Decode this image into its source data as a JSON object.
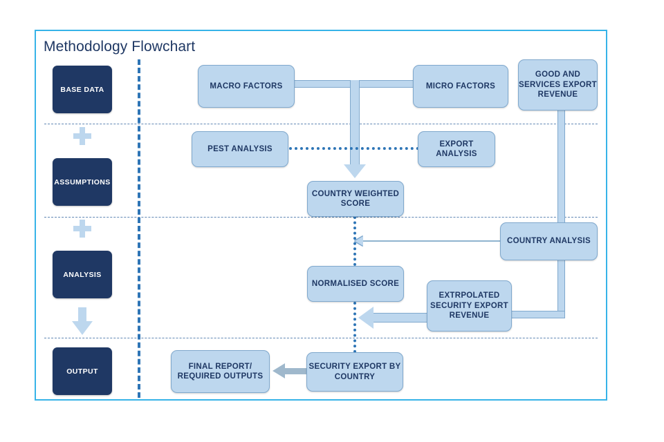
{
  "diagram": {
    "title": "Methodology Flowchart",
    "frame_color": "#36b3e8",
    "navy": "#1f3864",
    "light_blue": "#bdd7ee",
    "accent_blue": "#2e75b6"
  },
  "stages": [
    {
      "label": "BASE DATA"
    },
    {
      "label": "ASSUMPTIONS"
    },
    {
      "label": "ANALYSIS"
    },
    {
      "label": "OUTPUT"
    }
  ],
  "process_boxes": [
    {
      "id": "macro-factors",
      "label": "MACRO FACTORS"
    },
    {
      "id": "micro-factors",
      "label": "MICRO FACTORS"
    },
    {
      "id": "goods-services-revenue",
      "label": "GOOD AND SERVICES EXPORT REVENUE"
    },
    {
      "id": "pest-analysis",
      "label": "PEST ANALYSIS"
    },
    {
      "id": "export-analysis",
      "label": "EXPORT ANALYSIS"
    },
    {
      "id": "country-weighted-score",
      "label": "COUNTRY WEIGHTED SCORE"
    },
    {
      "id": "country-analysis",
      "label": "COUNTRY ANALYSIS"
    },
    {
      "id": "normalised-score",
      "label": "NORMALISED SCORE"
    },
    {
      "id": "extrapolated-security-export-revenue",
      "label": "EXTRPOLATED SECURITY EXPORT REVENUE"
    },
    {
      "id": "security-export-by-country",
      "label": "SECURITY EXPORT BY COUNTRY"
    },
    {
      "id": "final-report",
      "label": "FINAL REPORT/ REQUIRED OUTPUTS"
    }
  ],
  "connector_icons": {
    "plus": "plus-icon",
    "down_arrow": "down-arrow-icon"
  }
}
